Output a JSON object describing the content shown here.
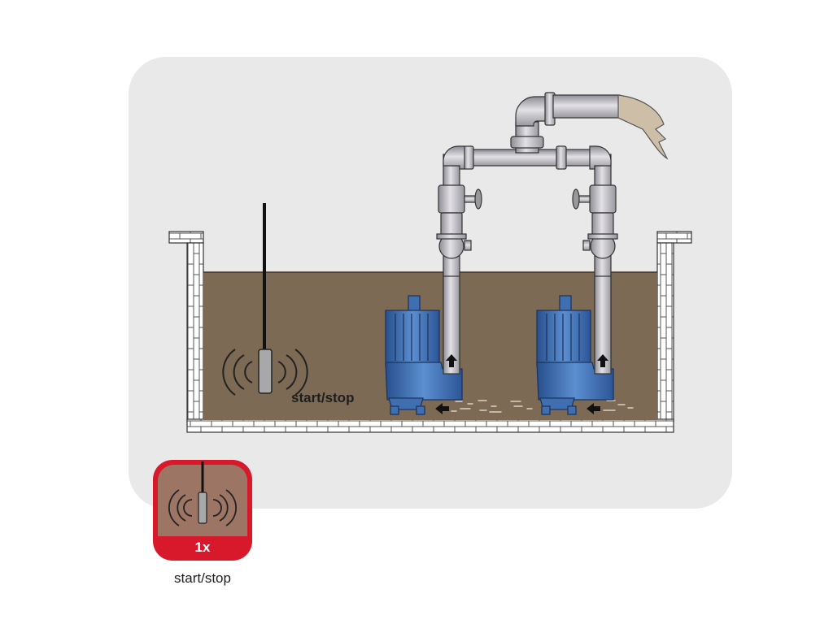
{
  "diagram": {
    "float_switch_label": "start/stop",
    "pump_count": 2
  },
  "legend": {
    "count_badge": "1x",
    "caption": "start/stop"
  },
  "colors": {
    "background_panel": "#e9e9e9",
    "water": "#7d6a55",
    "pump_blue": "#3f6fb0",
    "pipe_grey": "#b7b5bb",
    "badge_red": "#d7192b",
    "badge_fill": "#9d7564",
    "discharge_water": "#cdbfa7"
  },
  "icons": [
    "float-switch-icon",
    "pump-icon",
    "valve-icon",
    "flow-arrow-icon",
    "discharge-pipe-icon"
  ]
}
